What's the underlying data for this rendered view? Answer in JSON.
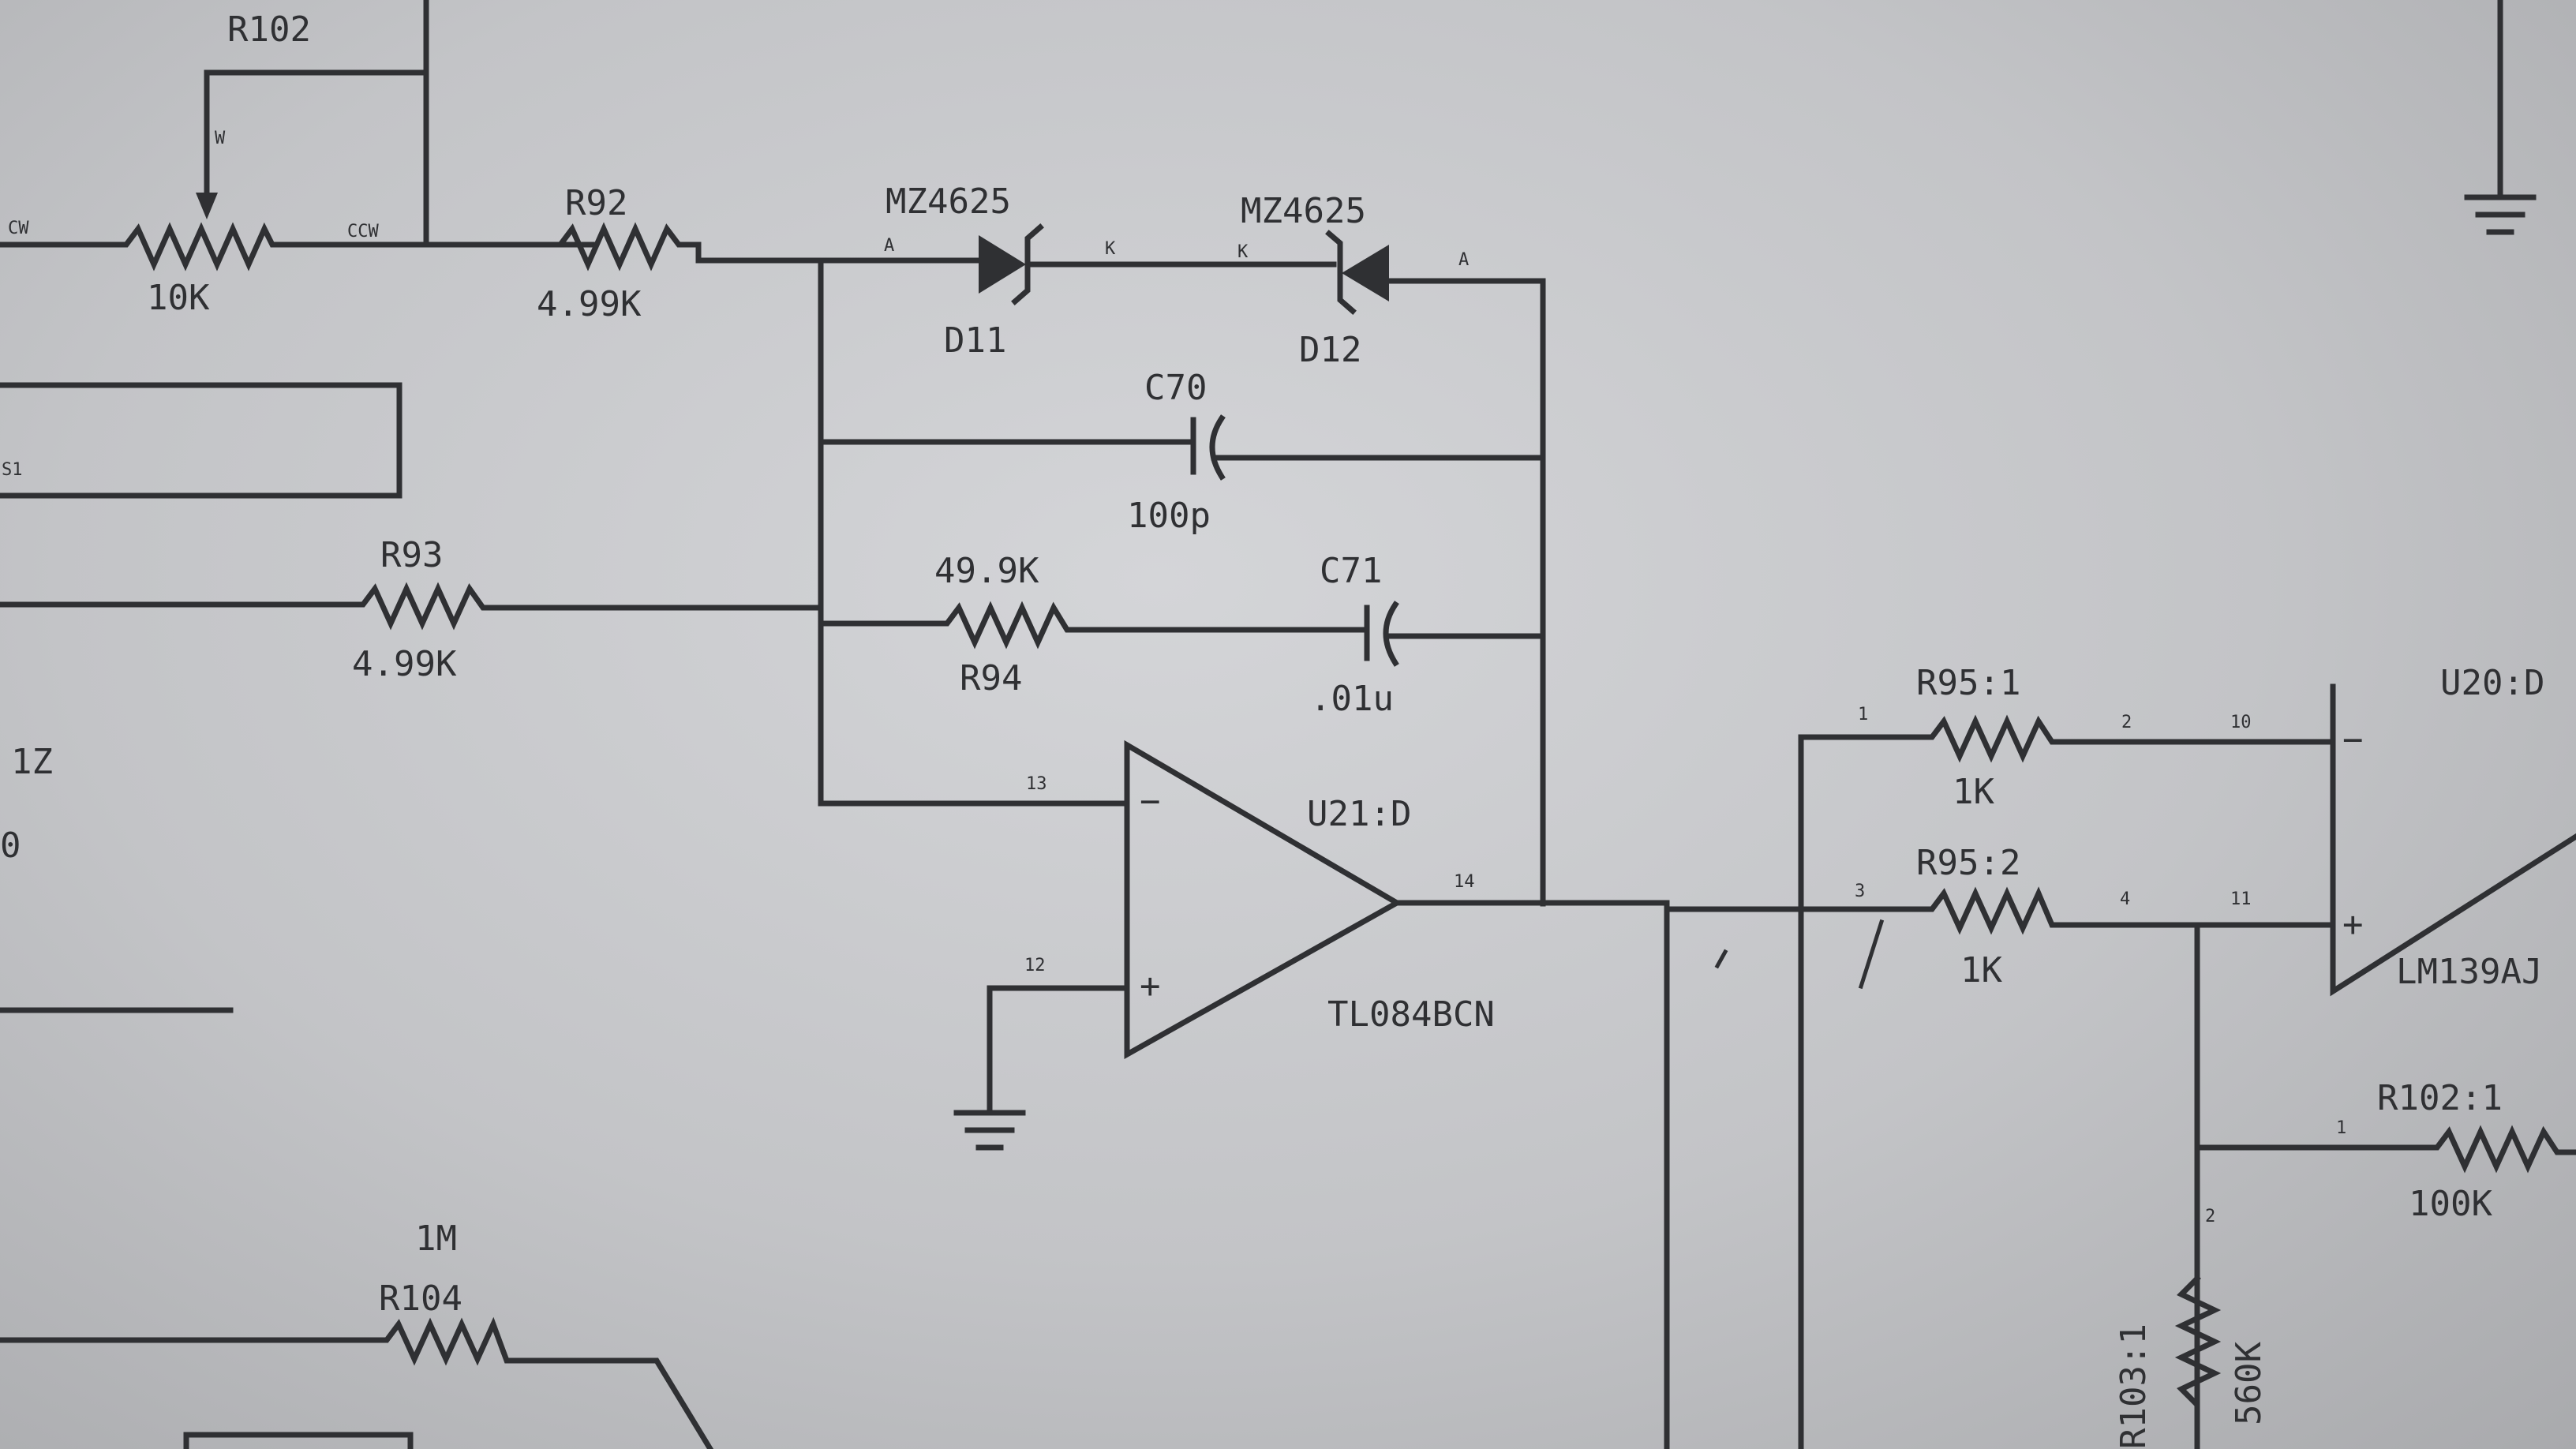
{
  "components": {
    "r102": {
      "ref": "R102",
      "wiper": "W",
      "cw": "CW",
      "ccw": "CCW",
      "value": "10K"
    },
    "r92": {
      "ref": "R92",
      "value": "4.99K"
    },
    "d11": {
      "part": "MZ4625",
      "ref": "D11",
      "pin_a": "A",
      "pin_k": "K"
    },
    "d12": {
      "part": "MZ4625",
      "ref": "D12",
      "pin_a": "A",
      "pin_k": "K"
    },
    "c70": {
      "ref": "C70",
      "value": "100p"
    },
    "r93": {
      "ref": "R93",
      "value": "4.99K"
    },
    "r94": {
      "ref": "R94",
      "value": "49.9K"
    },
    "c71": {
      "ref": "C71",
      "value": ".01u"
    },
    "u21": {
      "ref": "U21:D",
      "part": "TL084BCN",
      "pin_inv": "13",
      "pin_noninv": "12",
      "pin_out": "14",
      "minus": "−",
      "plus": "+"
    },
    "r95_1": {
      "ref": "R95:1",
      "value": "1K",
      "pin1": "1",
      "pin2": "2"
    },
    "r95_2": {
      "ref": "R95:2",
      "value": "1K",
      "pin1": "3",
      "pin2": "4"
    },
    "u20": {
      "ref": "U20:D",
      "part": "LM139AJ",
      "pin_inv": "10",
      "pin_noninv": "11",
      "minus": "−",
      "plus": "+"
    },
    "r102_1": {
      "ref": "R102:1",
      "value": "100K",
      "pin1": "1"
    },
    "r103_1": {
      "ref": "R103:1",
      "value": "560K",
      "pin2": "2"
    },
    "r104": {
      "ref": "R104",
      "value": "1M"
    },
    "left_edge": {
      "label_a": "1Z",
      "label_b": "0",
      "box_label": "S1"
    }
  },
  "colors": {
    "ink": "#2f3033",
    "paper": "#c8c9cc"
  }
}
